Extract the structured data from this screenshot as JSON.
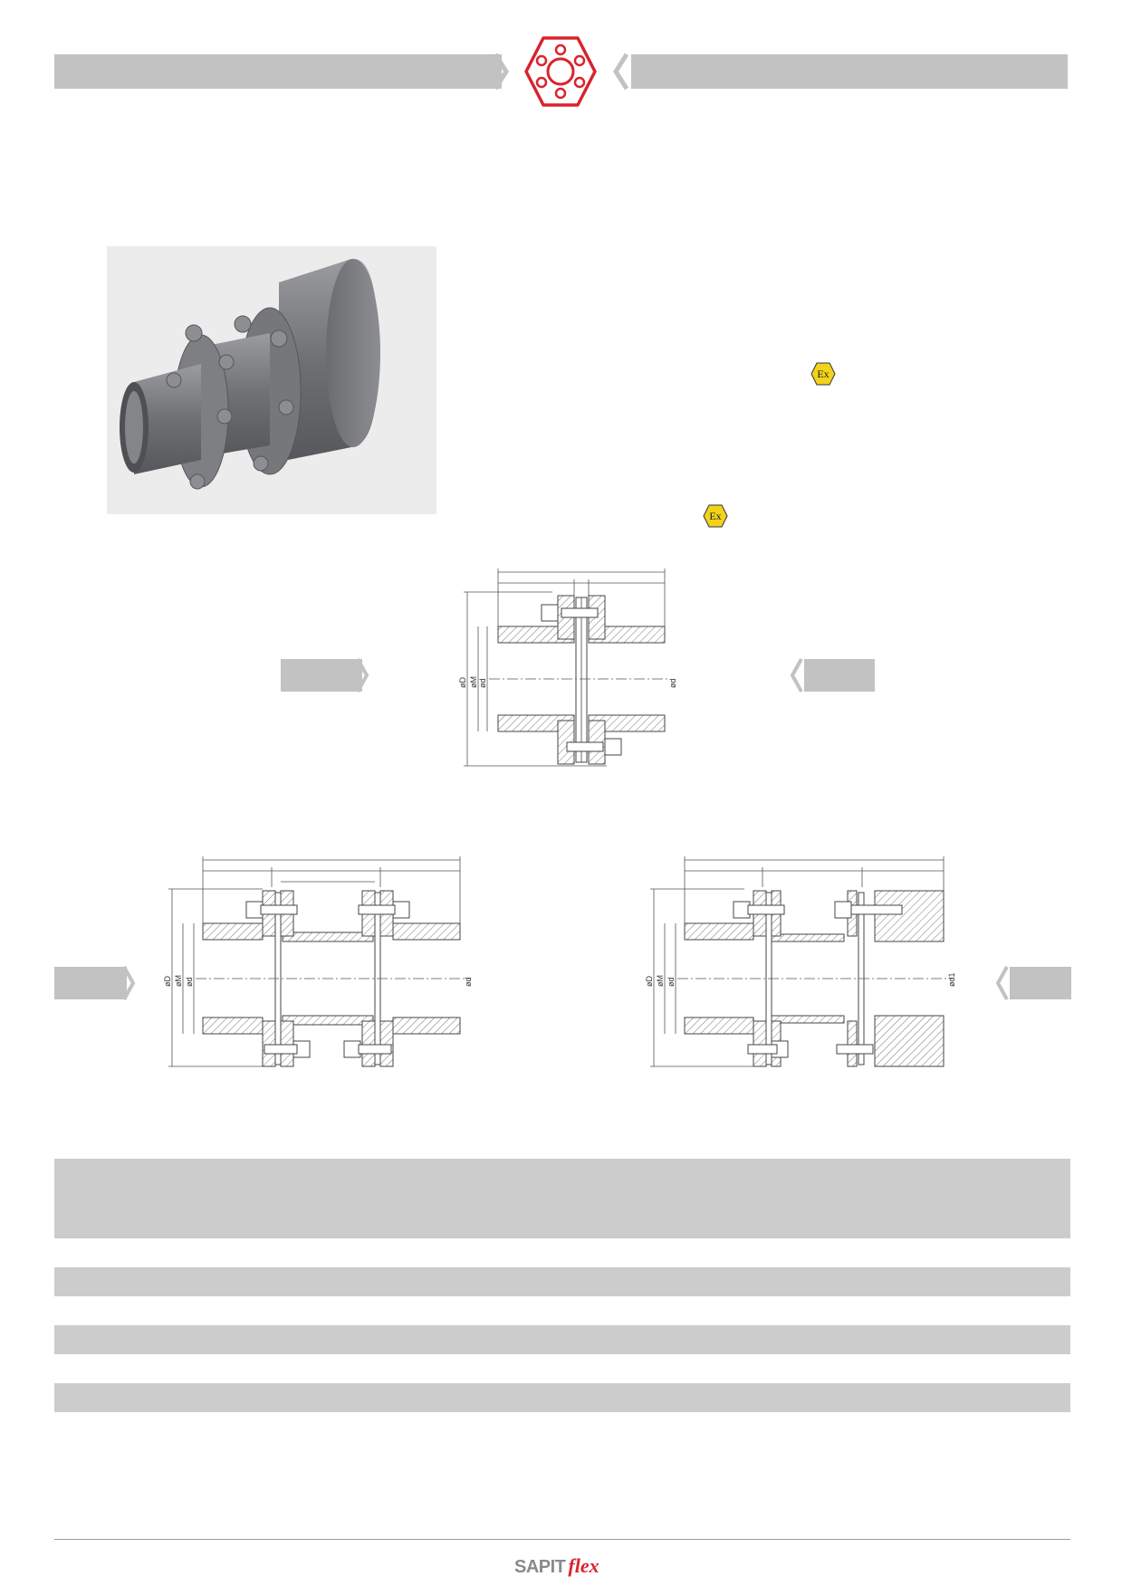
{
  "colors": {
    "band": "#c2c2c2",
    "accent_red": "#d9232d",
    "ex_yellow": "#f3d21b",
    "steel": "#7a7c80"
  },
  "drawings": {
    "single": {
      "dim_labels": [
        "øD",
        "øM",
        "ød",
        "ød"
      ]
    },
    "double": {
      "dim_labels": [
        "øD",
        "øM",
        "ød",
        "ød"
      ]
    },
    "double_with_hub": {
      "dim_labels": [
        "øD",
        "øM",
        "ød",
        "ød1"
      ]
    }
  },
  "ex_marks": [
    {
      "text": "Ex"
    },
    {
      "text": "Ex"
    }
  ],
  "footer": {
    "brand_part1": "SAPIT",
    "brand_part2": "flex"
  }
}
